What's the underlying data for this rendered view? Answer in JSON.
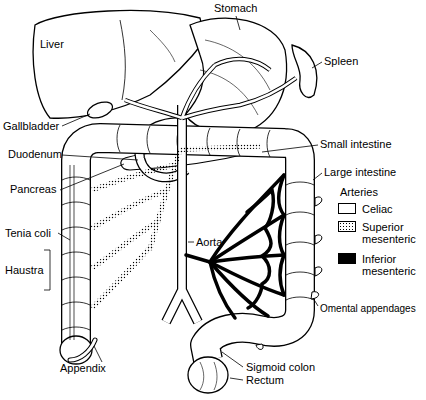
{
  "diagram": {
    "labels": [
      "Stomach",
      "Liver",
      "Spleen",
      "Gallbladder",
      "Small intestine",
      "Duodenum",
      "Large intestine",
      "Arteries",
      "Pancreas",
      "Tenia coli",
      "Aorta",
      "Haustra",
      "Omental appendages",
      "Appendix",
      "Sigmoid colon",
      "Rectum"
    ],
    "legend": [
      {
        "text": "Celiac",
        "color": "#ffffff"
      },
      {
        "text": "Superior mesenteric"
      },
      {
        "text": "Inferior mesenteric",
        "color": "#000000"
      }
    ]
  }
}
